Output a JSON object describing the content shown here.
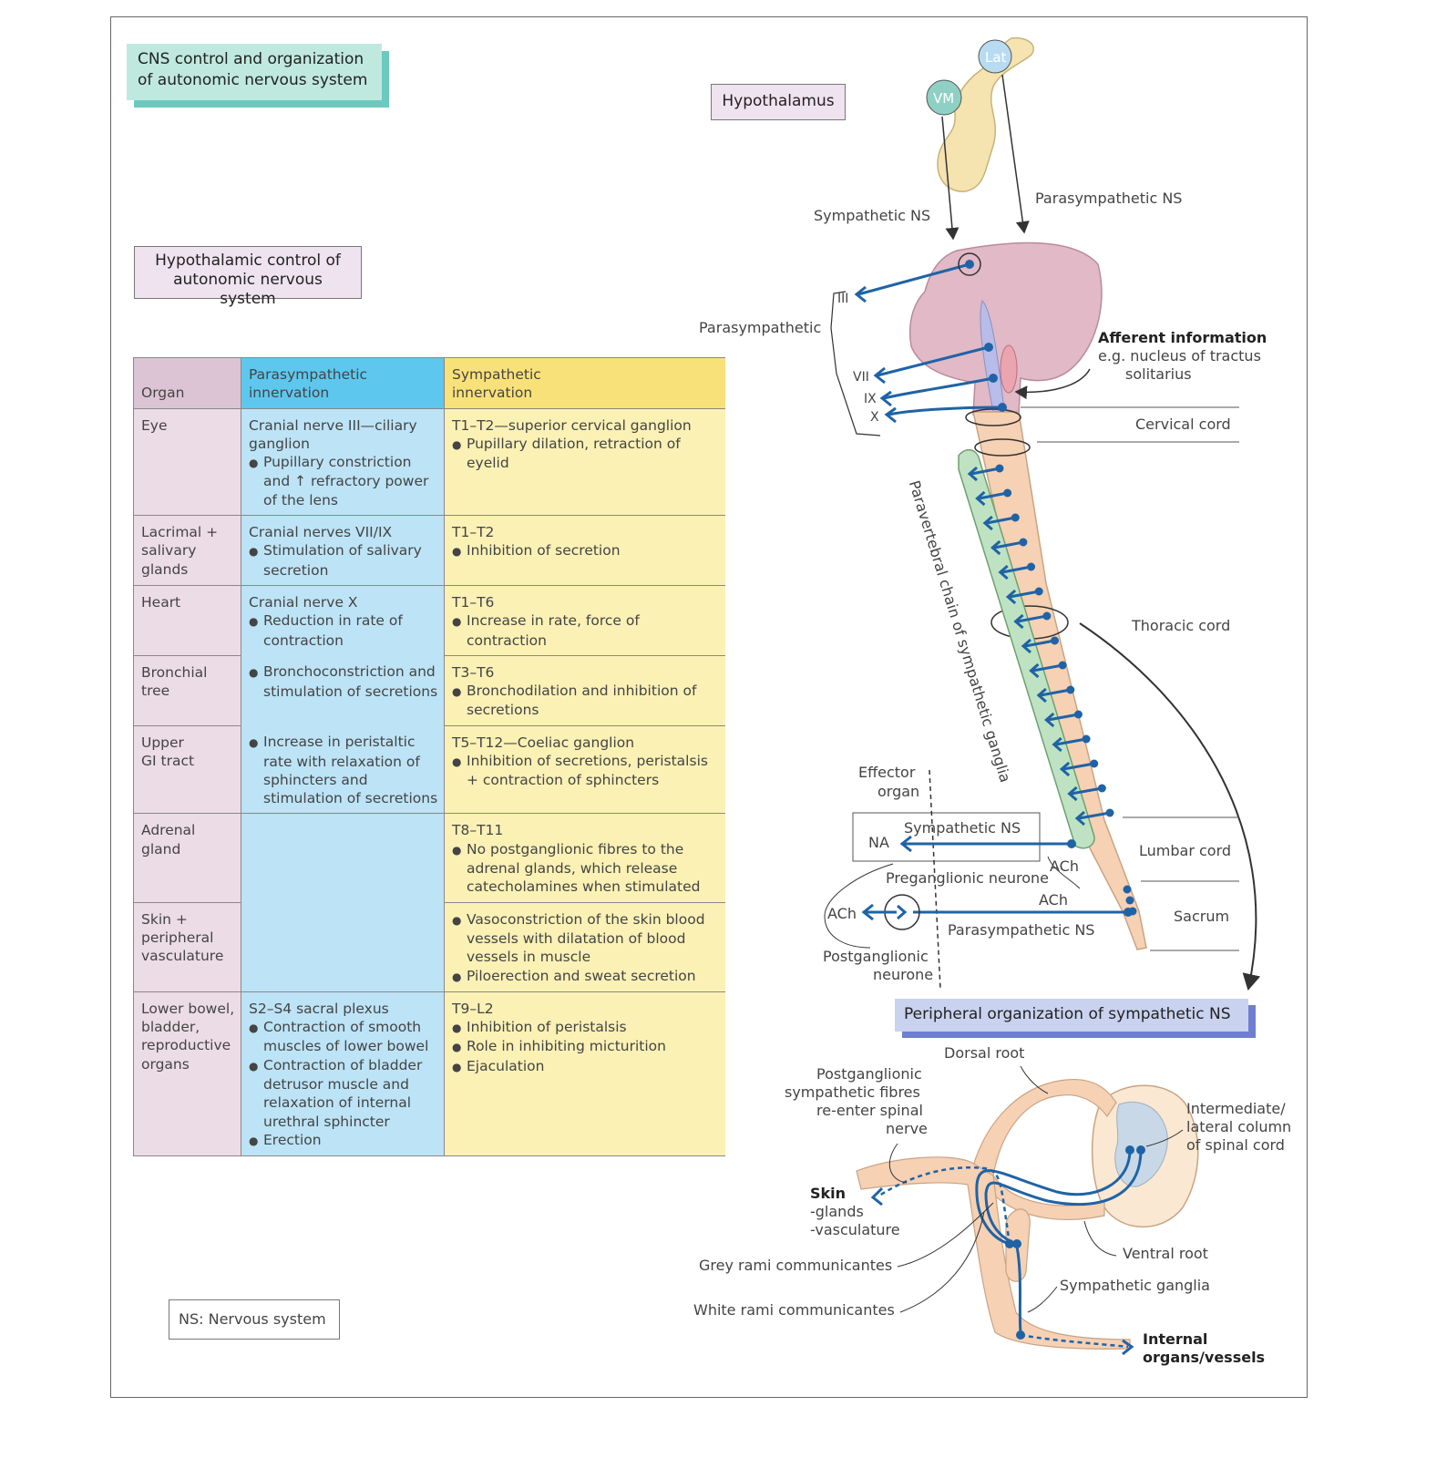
{
  "titles": {
    "main": [
      "CNS control and organization",
      "of autonomic nervous system"
    ],
    "hypothalamic_control": [
      "Hypothalamic control of",
      "autonomic nervous system"
    ],
    "hypothalamus": "Hypothalamus",
    "peripheral": "Peripheral organization of sympathetic NS",
    "abbreviation": "NS: Nervous system"
  },
  "table": {
    "headers": {
      "organ": "Organ",
      "para": [
        "Parasympathetic",
        "innervation"
      ],
      "symp": [
        "Sympathetic",
        "innervation"
      ]
    },
    "rows": [
      {
        "organ": [
          "Eye"
        ],
        "para": [
          {
            "t": "Cranial nerve III—ciliary ganglion",
            "b": false
          },
          {
            "t": "Pupillary constriction and ↑ refractory power of the lens",
            "b": true
          }
        ],
        "symp": [
          {
            "t": "T1–T2—superior cervical ganglion",
            "b": false
          },
          {
            "t": "Pupillary dilation, retraction of eyelid",
            "b": true
          }
        ]
      },
      {
        "organ": [
          "Lacrimal +",
          "salivary",
          "glands"
        ],
        "para": [
          {
            "t": "Cranial nerves VII/IX",
            "b": false
          },
          {
            "t": "Stimulation of salivary secretion",
            "b": true
          }
        ],
        "symp": [
          {
            "t": "T1–T2",
            "b": false
          },
          {
            "t": "Inhibition of secretion",
            "b": true
          }
        ]
      },
      {
        "organ": [
          "Heart"
        ],
        "para": [
          {
            "t": "Cranial nerve X",
            "b": false
          },
          {
            "t": "Reduction in rate of contraction",
            "b": true
          }
        ],
        "symp": [
          {
            "t": "T1–T6",
            "b": false
          },
          {
            "t": "Increase in rate, force of contraction",
            "b": true
          }
        ]
      },
      {
        "organ": [
          "Bronchial",
          "tree"
        ],
        "para": [
          {
            "t": "Bronchoconstriction and stimulation of secretions",
            "b": true
          }
        ],
        "symp": [
          {
            "t": "T3–T6",
            "b": false
          },
          {
            "t": "Bronchodilation and inhibition of secretions",
            "b": true
          }
        ]
      },
      {
        "organ": [
          "Upper",
          "GI tract"
        ],
        "para": [
          {
            "t": "Increase in peristaltic rate with relaxation of sphincters and stimulation of secretions",
            "b": true
          }
        ],
        "symp": [
          {
            "t": "T5–T12—Coeliac ganglion",
            "b": false
          },
          {
            "t": "Inhibition of secretions, peristalsis + contraction of sphincters",
            "b": true
          }
        ]
      },
      {
        "organ": [
          "Adrenal",
          "gland"
        ],
        "para": [],
        "symp": [
          {
            "t": "T8–T11",
            "b": false
          },
          {
            "t": "No postganglionic fibres to the adrenal glands, which release catecholamines when stimulated",
            "b": true
          }
        ]
      },
      {
        "organ": [
          "Skin +",
          "peripheral",
          "vasculature"
        ],
        "para": [],
        "symp": [
          {
            "t": "Vasoconstriction of the skin blood vessels with dilatation of blood vessels in muscle",
            "b": true
          },
          {
            "t": "Piloerection and sweat secretion",
            "b": true
          }
        ]
      },
      {
        "organ": [
          "Lower bowel,",
          "bladder,",
          "reproductive",
          "organs"
        ],
        "para": [
          {
            "t": "S2–S4 sacral plexus",
            "b": false
          },
          {
            "t": "Contraction of smooth muscles of lower bowel",
            "b": true
          },
          {
            "t": "Contraction of bladder detrusor muscle and relaxation of internal urethral sphincter",
            "b": true
          },
          {
            "t": "Erection",
            "b": true
          }
        ],
        "symp": [
          {
            "t": "T9–L2",
            "b": false
          },
          {
            "t": "Inhibition of peristalsis",
            "b": true
          },
          {
            "t": "Role in inhibiting micturition",
            "b": true
          },
          {
            "t": "Ejaculation",
            "b": true
          }
        ]
      }
    ]
  },
  "diagram_labels": {
    "lat": "Lat",
    "vm": "VM",
    "sympathetic_ns": "Sympathetic NS",
    "parasympathetic_ns": "Parasympathetic NS",
    "parasympathetic": "Parasympathetic",
    "cn_iii": "III",
    "cn_vii": "VII",
    "cn_ix": "IX",
    "cn_x": "X",
    "afferent_title": "Afferent information",
    "afferent_sub": [
      "e.g. nucleus of tractus",
      "solitarius"
    ],
    "cervical": "Cervical cord",
    "thoracic": "Thoracic cord",
    "lumbar": "Lumbar cord",
    "sacrum": "Sacrum",
    "chain": "Paravertebral chain of sympathetic ganglia",
    "effector": [
      "Effector",
      "organ"
    ],
    "na": "NA",
    "sympathetic_ns_2": "Sympathetic NS",
    "ach_1": "ACh",
    "preganglionic": "Preganglionic neurone",
    "ach_2": "ACh",
    "ach_3": "ACh",
    "parasympathetic_ns_2": "Parasympathetic NS",
    "postganglionic": [
      "Postganglionic",
      "neurone"
    ],
    "dorsal_root": "Dorsal root",
    "postgang_fibres": [
      "Postganglionic",
      "sympathetic fibres",
      "re-enter spinal",
      "nerve"
    ],
    "intermediate": [
      "Intermediate/",
      "lateral column",
      "of spinal cord"
    ],
    "skin_title": "Skin",
    "skin_sub": [
      "-glands",
      "-vasculature"
    ],
    "ventral_root": "Ventral root",
    "grey_rami": "Grey rami communicantes",
    "sympathetic_ganglia": "Sympathetic ganglia",
    "white_rami": "White rami communicantes",
    "internal": [
      "Internal",
      "organs/vessels"
    ]
  },
  "colors": {
    "nerve": "#1f63a6",
    "title_bg": "#bfe9df",
    "peripheral_bg": "#c9d2ef",
    "brain": "#e2b9c6",
    "cord": "#f6d1b4",
    "chain": "#bfe3c2"
  }
}
